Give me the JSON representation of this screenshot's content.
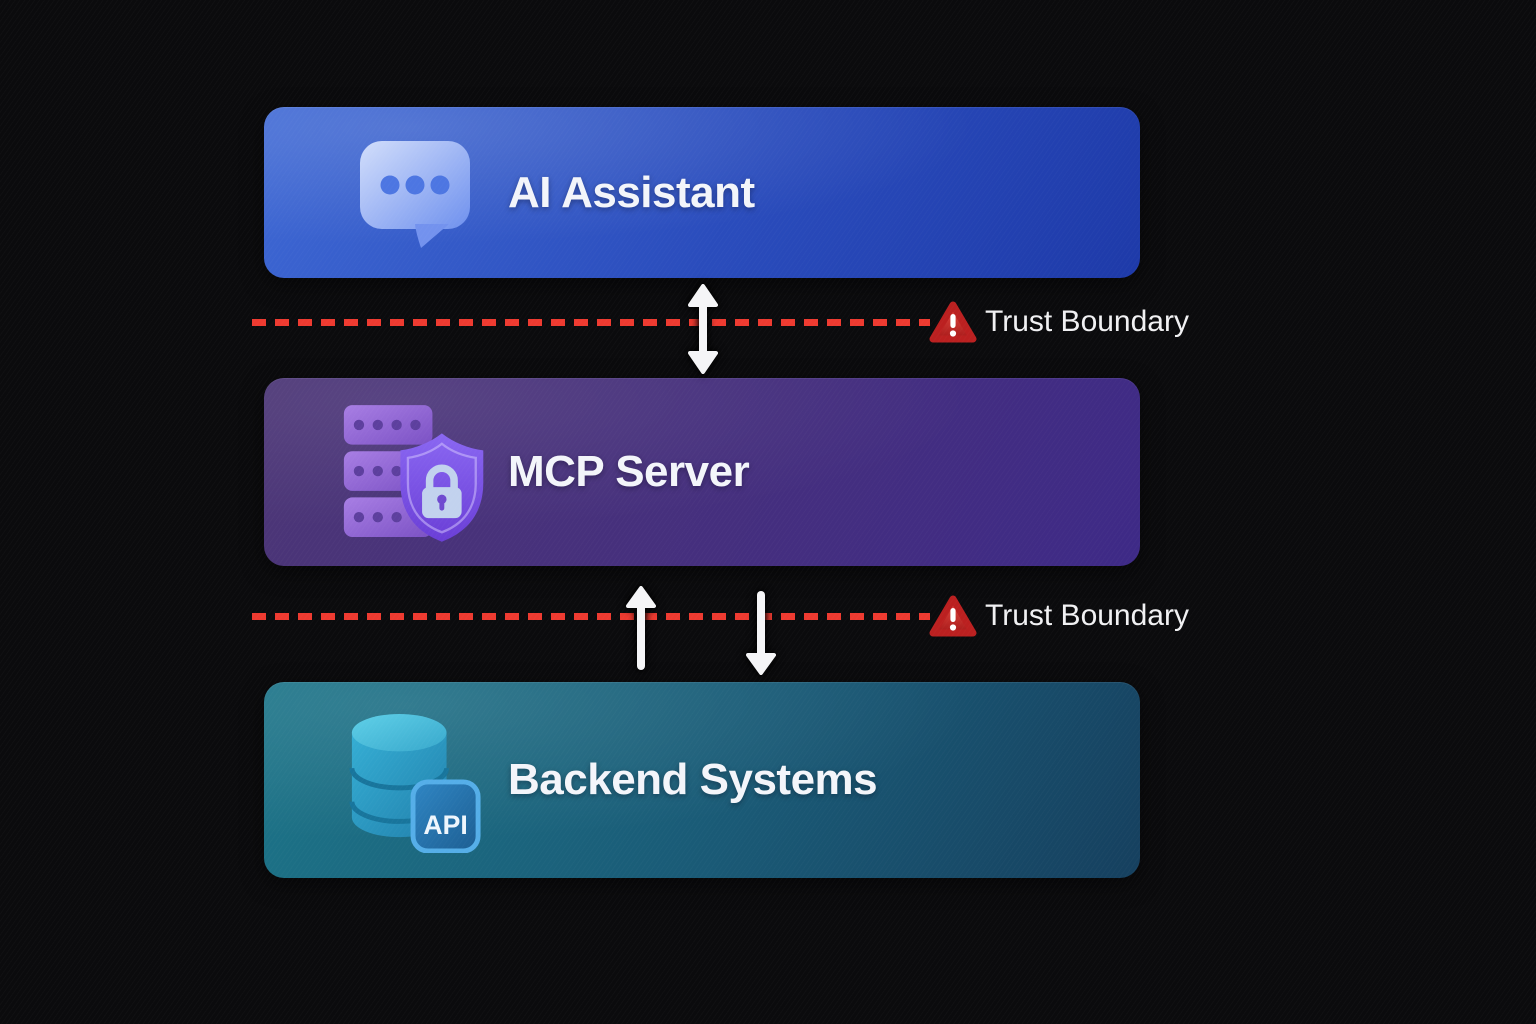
{
  "diagram": {
    "type": "layered-architecture-diagram",
    "nodes": [
      {
        "id": "ai-assistant",
        "label": "AI Assistant",
        "icon": "chat-bubble-icon"
      },
      {
        "id": "mcp-server",
        "label": "MCP Server",
        "icon": "server-shield-lock-icon"
      },
      {
        "id": "backend-systems",
        "label": "Backend Systems",
        "icon": "database-api-icon",
        "badge_text": "API"
      }
    ],
    "boundaries": [
      {
        "label": "Trust Boundary",
        "icon": "warning-triangle-icon",
        "between": [
          "ai-assistant",
          "mcp-server"
        ],
        "arrow_style": "bidirectional"
      },
      {
        "label": "Trust Boundary",
        "icon": "warning-triangle-icon",
        "between": [
          "mcp-server",
          "backend-systems"
        ],
        "arrow_style": "up-and-down"
      }
    ],
    "colors": {
      "background": "#0b0b0d",
      "boundary_line_red": "#ee3a30",
      "warning_triangle_red": "#cf2b28",
      "arrow_white": "#f5f5f7",
      "node_label_text": "#f3f5fa",
      "ai_gradient_start": "#3e68d4",
      "ai_gradient_end": "#1e3aa9",
      "mcp_gradient_start": "#4c3676",
      "mcp_gradient_end": "#3e2a87",
      "backend_gradient_start": "#1d7589",
      "backend_gradient_end": "#16405f"
    }
  }
}
